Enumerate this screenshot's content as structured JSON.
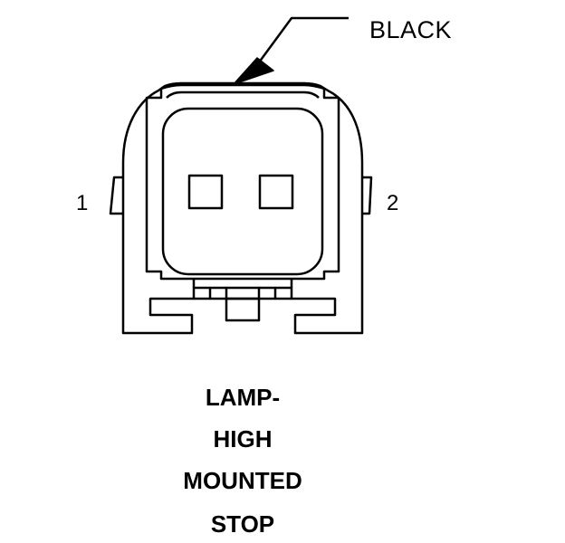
{
  "connector": {
    "color_label": "BLACK",
    "pins": [
      {
        "number": "1"
      },
      {
        "number": "2"
      }
    ]
  },
  "caption": {
    "lines": [
      "LAMP-",
      "HIGH",
      "MOUNTED",
      "STOP"
    ]
  }
}
